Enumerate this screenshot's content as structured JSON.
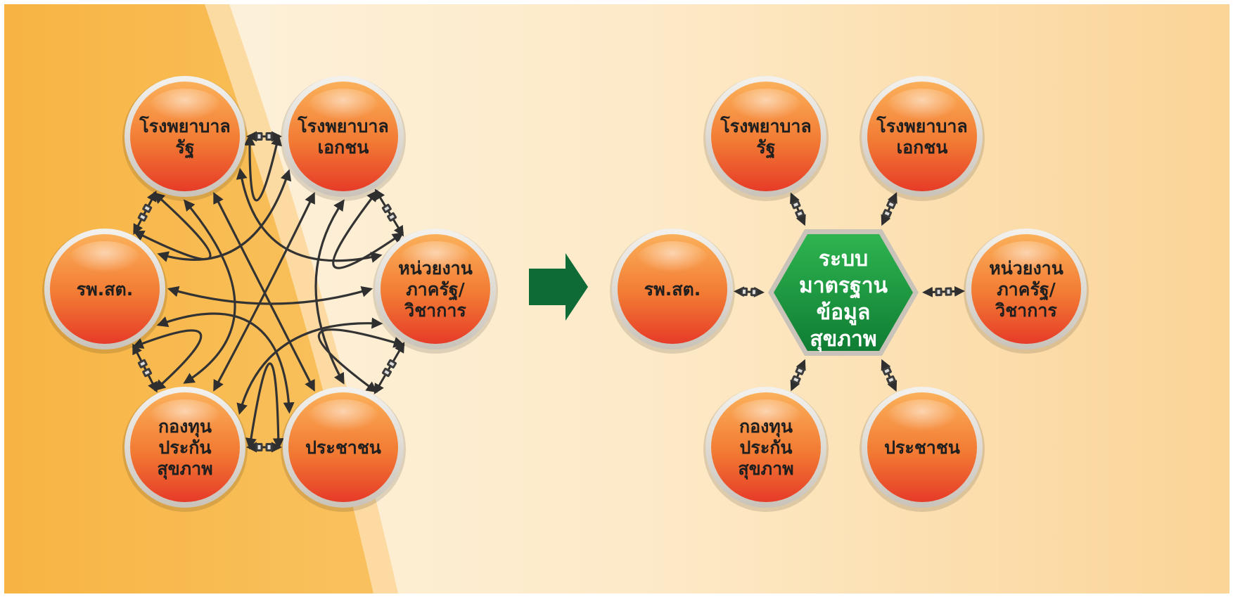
{
  "left_network": {
    "nodes": {
      "gov_hospital": [
        "โรงพยาบาล",
        "รัฐ"
      ],
      "private_hospital": [
        "โรงพยาบาล",
        "เอกชน"
      ],
      "health_center": [
        "รพ.สต."
      ],
      "agency": [
        "หน่วยงาน",
        "ภาครัฐ/",
        "วิชาการ"
      ],
      "insurance_fund": [
        "กองทุน",
        "ประกัน",
        "สุขภาพ"
      ],
      "public": [
        "ประชาชน"
      ]
    }
  },
  "arrow": {
    "direction": "right"
  },
  "right_network": {
    "hub": [
      "ระบบ",
      "มาตรฐาน",
      "ข้อมูล",
      "สุขภาพ"
    ],
    "nodes": {
      "gov_hospital": [
        "โรงพยาบาล",
        "รัฐ"
      ],
      "private_hospital": [
        "โรงพยาบาล",
        "เอกชน"
      ],
      "health_center": [
        "รพ.สต."
      ],
      "agency": [
        "หน่วยงาน",
        "ภาครัฐ/",
        "วิชาการ"
      ],
      "insurance_fund": [
        "กองทุน",
        "ประกัน",
        "สุขภาพ"
      ],
      "public": [
        "ประชาชน"
      ]
    }
  },
  "colors": {
    "background_dark": "#f7b84a",
    "background_light": "#fdf2dc",
    "node_top": "#f9a24a",
    "node_bottom": "#e8432a",
    "node_ring": "#e6e2dc",
    "hub_fill": "#17953d",
    "arrow_fill": "#0e6b36",
    "connector": "#3a3a3a",
    "label_text": "#1f1f1f",
    "hub_text": "#ffffff"
  }
}
